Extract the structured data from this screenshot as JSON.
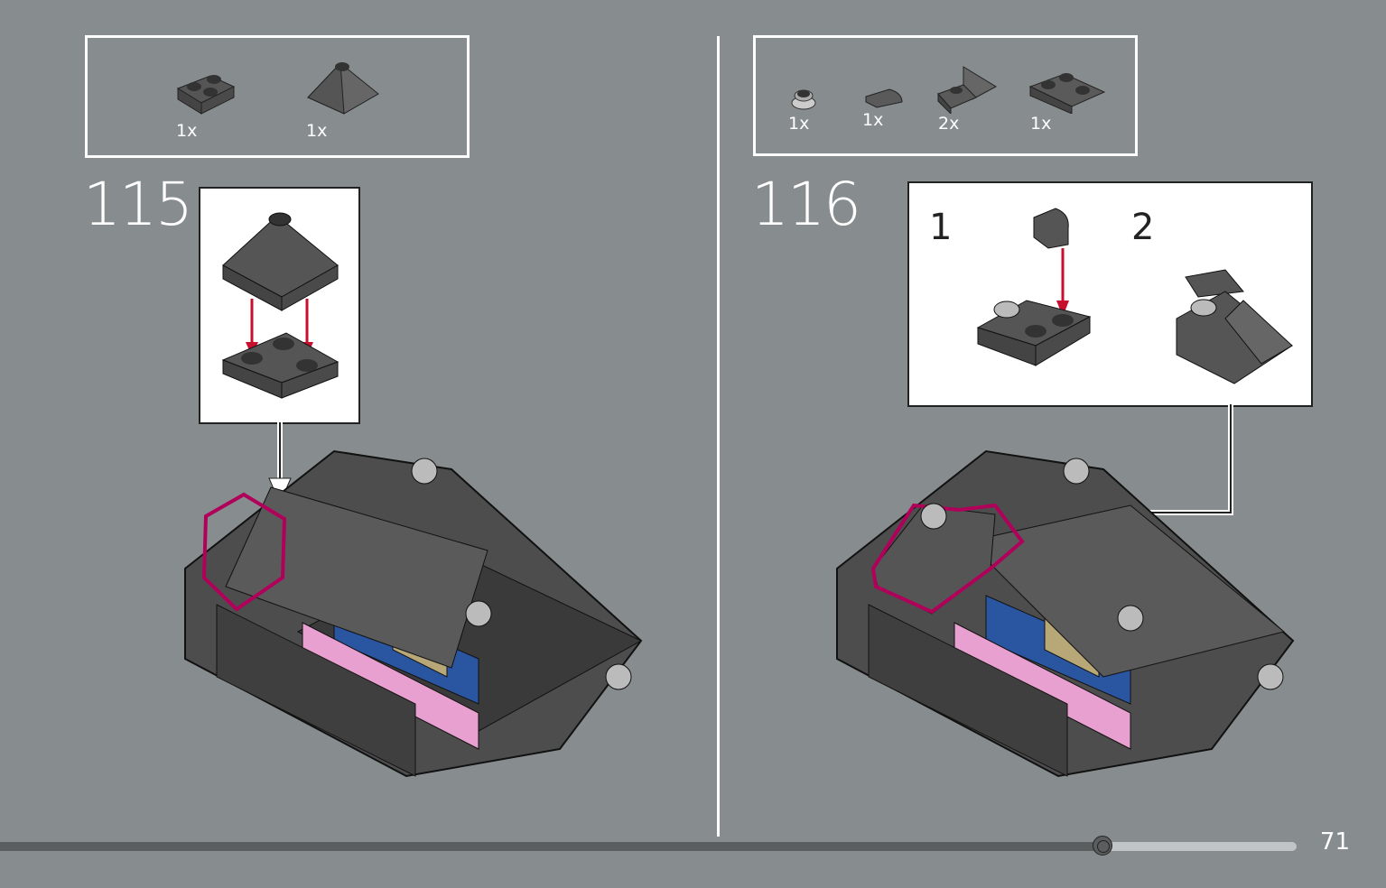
{
  "page_number": "71",
  "progress": {
    "fraction": 0.85,
    "fill_color": "#5a5e5f",
    "track_color": "#c0c4c6"
  },
  "colors": {
    "background": "#878d8e",
    "highlight": "#b0005a",
    "arrow": "#c8102e"
  },
  "steps": [
    {
      "number": "115",
      "parts": [
        {
          "icon": "plate-wedge-2x2-icon",
          "qty": "1x"
        },
        {
          "icon": "slope-corner-icon",
          "qty": "1x"
        }
      ]
    },
    {
      "number": "116",
      "parts": [
        {
          "icon": "round-plate-1x1-icon",
          "qty": "1x"
        },
        {
          "icon": "quarter-tile-icon",
          "qty": "1x"
        },
        {
          "icon": "bracket-plate-icon",
          "qty": "2x"
        },
        {
          "icon": "corner-plate-2x2-icon",
          "qty": "1x"
        }
      ],
      "substeps": [
        "1",
        "2"
      ]
    }
  ]
}
